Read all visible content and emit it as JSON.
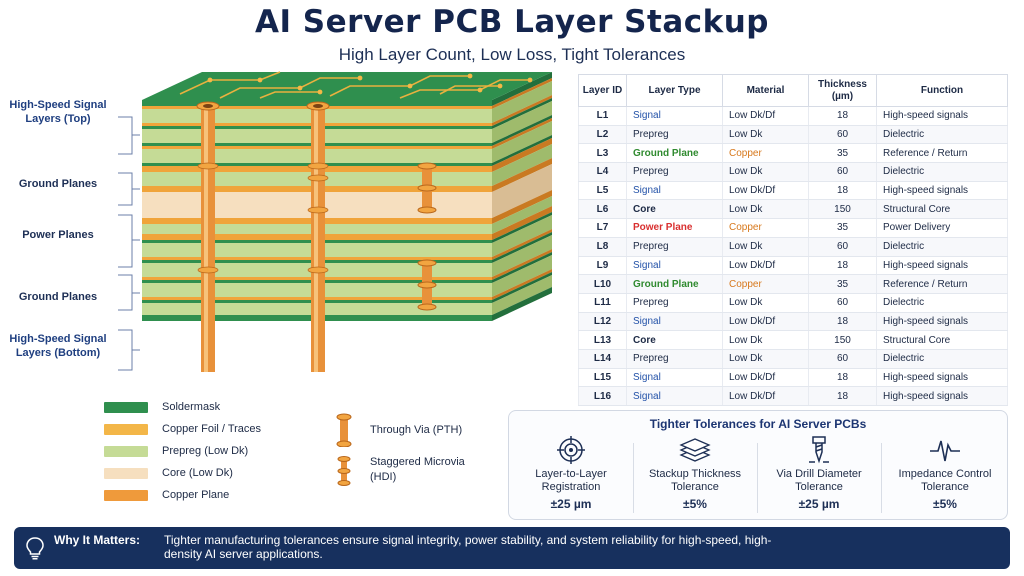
{
  "header": {
    "title": "AI Server PCB Layer Stackup",
    "subtitle": "High Layer Count, Low Loss, Tight Tolerances"
  },
  "side_labels": [
    {
      "text": "High-Speed Signal Layers (Top)"
    },
    {
      "text": "Ground Planes"
    },
    {
      "text": "Power Planes"
    },
    {
      "text": "Ground Planes"
    },
    {
      "text": "High-Speed Signal Layers (Bottom)"
    }
  ],
  "table": {
    "headers": [
      "Layer ID",
      "Layer Type",
      "Material",
      "Thickness (µm)",
      "Function"
    ],
    "rows": [
      {
        "id": "L1",
        "type": "Signal",
        "material": "Low Dk/Df",
        "thickness": "18",
        "function": "High-speed signals"
      },
      {
        "id": "L2",
        "type": "Prepreg",
        "material": "Low Dk",
        "thickness": "60",
        "function": "Dielectric"
      },
      {
        "id": "L3",
        "type": "Ground Plane",
        "material": "Copper",
        "thickness": "35",
        "function": "Reference / Return"
      },
      {
        "id": "L4",
        "type": "Prepreg",
        "material": "Low Dk",
        "thickness": "60",
        "function": "Dielectric"
      },
      {
        "id": "L5",
        "type": "Signal",
        "material": "Low Dk/Df",
        "thickness": "18",
        "function": "High-speed signals"
      },
      {
        "id": "L6",
        "type": "Core",
        "material": "Low Dk",
        "thickness": "150",
        "function": "Structural Core"
      },
      {
        "id": "L7",
        "type": "Power Plane",
        "material": "Copper",
        "thickness": "35",
        "function": "Power Delivery"
      },
      {
        "id": "L8",
        "type": "Prepreg",
        "material": "Low Dk",
        "thickness": "60",
        "function": "Dielectric"
      },
      {
        "id": "L9",
        "type": "Signal",
        "material": "Low Dk/Df",
        "thickness": "18",
        "function": "High-speed signals"
      },
      {
        "id": "L10",
        "type": "Ground Plane",
        "material": "Copper",
        "thickness": "35",
        "function": "Reference / Return"
      },
      {
        "id": "L11",
        "type": "Prepreg",
        "material": "Low Dk",
        "thickness": "60",
        "function": "Dielectric"
      },
      {
        "id": "L12",
        "type": "Signal",
        "material": "Low Dk/Df",
        "thickness": "18",
        "function": "High-speed signals"
      },
      {
        "id": "L13",
        "type": "Core",
        "material": "Low Dk",
        "thickness": "150",
        "function": "Structural Core"
      },
      {
        "id": "L14",
        "type": "Prepreg",
        "material": "Low Dk",
        "thickness": "60",
        "function": "Dielectric"
      },
      {
        "id": "L15",
        "type": "Signal",
        "material": "Low Dk/Df",
        "thickness": "18",
        "function": "High-speed signals"
      },
      {
        "id": "L16",
        "type": "Signal",
        "material": "Low Dk/Df",
        "thickness": "18",
        "function": "High-speed signals"
      }
    ]
  },
  "legend": {
    "soldermask": "Soldermask",
    "copper_foil": "Copper Foil / Traces",
    "prepreg": "Prepreg  (Low Dk)",
    "core": "Core  (Low Dk)",
    "copper_plane": "Copper Plane",
    "through_via": "Through Via (PTH)",
    "microvia_line1": "Staggered Microvia",
    "microvia_line2": "(HDI)"
  },
  "colors": {
    "soldermask": "#2f8f4e",
    "copper": "#f0a43a",
    "prepreg": "#c5db96",
    "core": "#f6dfbf",
    "navy": "#17305e"
  },
  "tolerances": {
    "title": "Tighter Tolerances for AI Server PCBs",
    "items": [
      {
        "icon": "target-icon",
        "label_1": "Layer-to-Layer",
        "label_2": "Registration",
        "value": "±25 µm"
      },
      {
        "icon": "stack-icon",
        "label_1": "Stackup Thickness",
        "label_2": "Tolerance",
        "value": "±5%"
      },
      {
        "icon": "drill-icon",
        "label_1": "Via Drill Diameter",
        "label_2": "Tolerance",
        "value": "±25 µm"
      },
      {
        "icon": "waveform-icon",
        "label_1": "Impedance Control",
        "label_2": "Tolerance",
        "value": "±5%"
      }
    ]
  },
  "why": {
    "icon": "lightbulb-icon",
    "heading": "Why It Matters:",
    "text": "Tighter manufacturing tolerances ensure signal integrity, power stability, and system reliability for high-speed, high-density AI server applications."
  }
}
